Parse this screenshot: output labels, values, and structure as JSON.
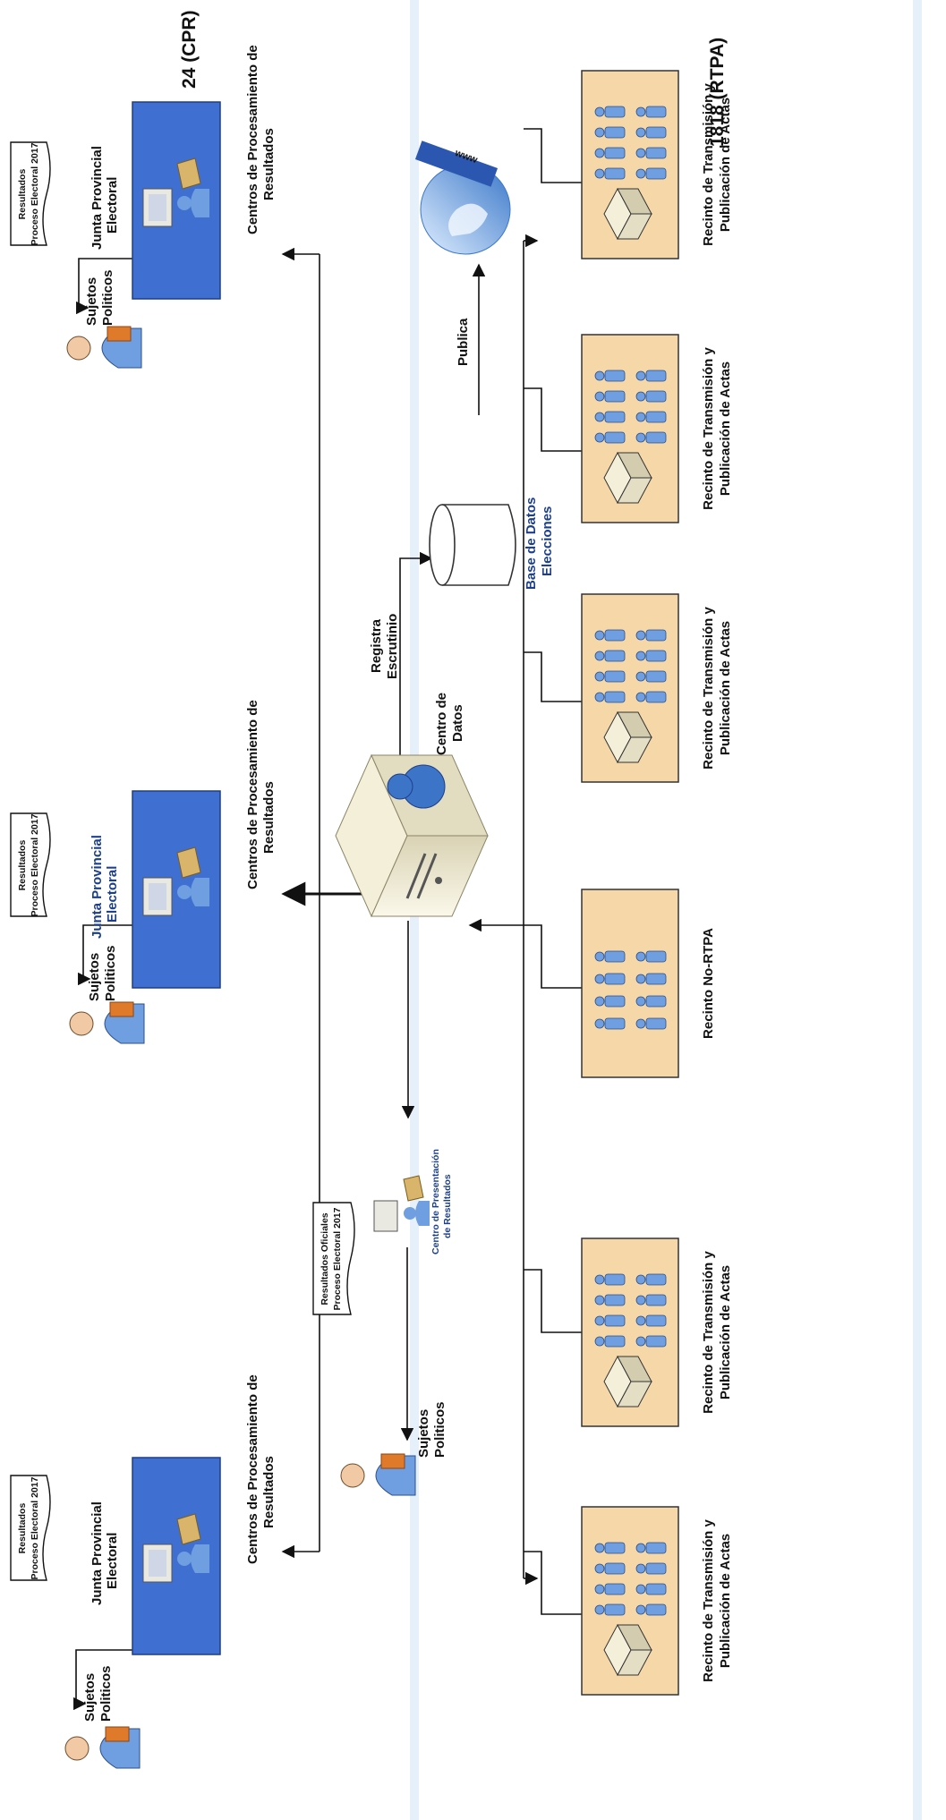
{
  "header": {
    "cpr_count": "24 (CPR)",
    "rtpa_count": "1818 (RTPA)"
  },
  "provincial": [
    {
      "junta": [
        "Junta Provincial",
        "Electoral"
      ],
      "doc": [
        "Resultados",
        "Proceso Electoral 2017"
      ],
      "centro": [
        "Centros de Procesamiento de",
        "Resultados"
      ],
      "sujetos": [
        "Sujetos",
        "Politicos"
      ]
    },
    {
      "junta": [
        "Junta Provincial",
        "Electoral"
      ],
      "doc": [
        "Resultados",
        "Proceso Electoral 2017"
      ],
      "centro": [
        "Centros de Procesamiento de",
        "Resultados"
      ],
      "sujetos": [
        "Sujetos",
        "Politicos"
      ]
    },
    {
      "junta": [
        "Junta Provincial",
        "Electoral"
      ],
      "doc": [
        "Resultados",
        "Proceso Electoral 2017"
      ],
      "centro": [
        "Centros de Procesamiento de",
        "Resultados"
      ],
      "sujetos": [
        "Sujetos",
        "Politicos"
      ]
    }
  ],
  "center": {
    "publica": "Publica",
    "db": [
      "Base de Datos",
      "Elecciones"
    ],
    "registra": [
      "Registra",
      "Escrutinio"
    ],
    "centro_datos": [
      "Centro de",
      "Datos"
    ],
    "presentacion": [
      "Centro de Presentación",
      "de Resultados"
    ],
    "oficiales": [
      "Resultados Oficiales",
      "Proceso Electoral 2017"
    ],
    "sujetos": [
      "Sujetos",
      "Politicos"
    ]
  },
  "recintos": [
    {
      "label": [
        "Recinto de Transmisión y",
        "Publicación de Actas"
      ],
      "has_computer": true
    },
    {
      "label": [
        "Recinto de Transmisión y",
        "Publicación de Actas"
      ],
      "has_computer": true
    },
    {
      "label": [
        "Recinto No-RTPA"
      ],
      "has_computer": false
    },
    {
      "label": [
        "Recinto de Transmisión y",
        "Publicación de Actas"
      ],
      "has_computer": true
    },
    {
      "label": [
        "Recinto de Transmisión y",
        "Publicación de Actas"
      ],
      "has_computer": true
    },
    {
      "label": [
        "Recinto de Transmisión y",
        "Publicación de Actas"
      ],
      "has_computer": true
    }
  ],
  "colors": {
    "junta_box": "#3f6fd1",
    "recinto_box": "#f6d8a8",
    "person": "#6f9fe0",
    "band": "#e6f0fb"
  },
  "icons": {
    "operator": "operator-at-computer-icon",
    "sujeto": "politician-person-icon",
    "database": "database-cylinder-icon",
    "globe": "globe-www-icon",
    "server": "server-computer-icon",
    "voters": "voters-group-icon"
  }
}
